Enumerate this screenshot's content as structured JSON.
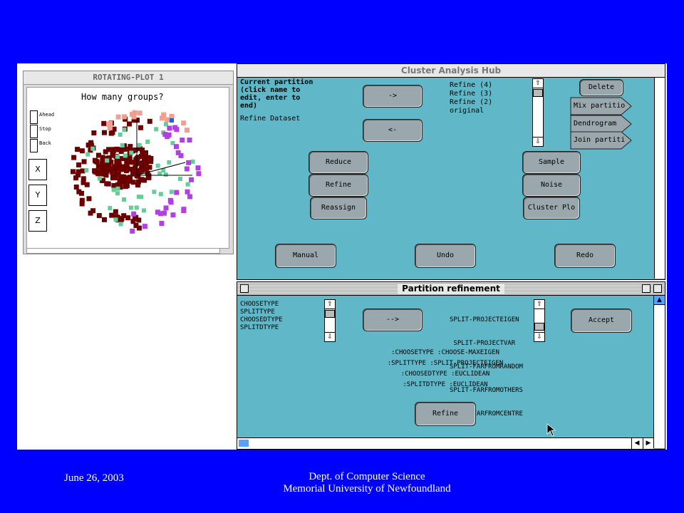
{
  "rotating_plot": {
    "title": "ROTATING-PLOT 1",
    "question": "How many groups?",
    "controls": [
      "Ahead",
      "Stop",
      "Back"
    ],
    "axes": [
      "X",
      "Y",
      "Z"
    ]
  },
  "hub": {
    "title": "Cluster Analysis Hub",
    "current_partition": [
      "Current partition",
      "(click name to",
      "edit, enter to",
      "end)"
    ],
    "dataset": "Refine Dataset",
    "arrow_right": "->",
    "arrow_left": "<-",
    "list": [
      "Refine (4)",
      "Refine (3)",
      "Refine (2)",
      "original"
    ],
    "delete": "Delete",
    "tags": [
      "Mix partitio",
      "Dendrogram",
      "Join partiti"
    ],
    "left_buttons": [
      "Reduce",
      "Refine",
      "Reassign"
    ],
    "right_buttons": [
      "Sample",
      "Noise",
      "Cluster Plo"
    ],
    "bottom_buttons": [
      "Manual",
      "Undo",
      "Redo"
    ]
  },
  "refinement": {
    "title": "Partition refinement",
    "left_list": [
      "CHOOSETYPE",
      "SPLITTYPE",
      "CHOOSEDTYPE",
      "SPLITDTYPE"
    ],
    "arrow": "-->",
    "right_list": [
      "SPLIT-PROJECTEIGEN",
      " SPLIT-PROJECTVAR",
      "SPLIT-FARFROMRANDOM",
      "SPLIT-FARFROMOTHERS",
      "SPLIT-FARFROMCENTRE"
    ],
    "accept": "Accept",
    "settings": [
      ":CHOOSETYPE :CHOOSE-MAXEIGEN",
      ":SPLITTYPE :SPLIT-PROJECTEIGEN",
      ":CHOOSEDTYPE :EUCLIDEAN",
      ":SPLITDTYPE :EUCLIDEAN"
    ],
    "refine": "Refine"
  },
  "footer": {
    "date": "June 26, 2003",
    "dept": "Dept. of Computer Science",
    "univ": "Memorial University of Newfoundland"
  },
  "colors": {
    "cluster_dark": "#6b0000",
    "cluster_green": "#66cc99",
    "cluster_pink": "#f0a090",
    "cluster_purple": "#b040e0",
    "cluster_blue": "#2060d0",
    "panel": "#5fb7c7"
  }
}
